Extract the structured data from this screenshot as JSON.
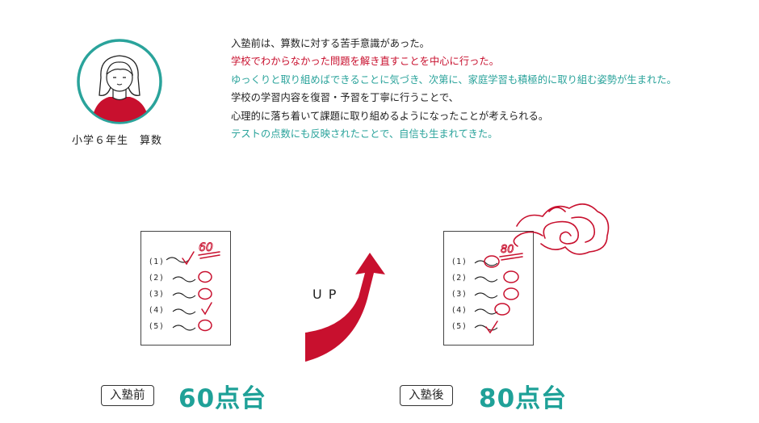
{
  "profile": {
    "grade_subject": "小学６年生　算数"
  },
  "description": {
    "lines": [
      {
        "text": "入塾前は、算数に対する苦手意識があった。",
        "color": "#222222"
      },
      {
        "text": "学校でわからなかった問題を解き直すことを中心に行った。",
        "color": "#c8102e"
      },
      {
        "text": "ゆっくりと取り組めばできることに気づき、次第に、家庭学習も積極的に取り組む姿勢が生まれた。",
        "color": "#2aa39b"
      },
      {
        "text": "学校の学習内容を復習・予習を丁寧に行うことで、",
        "color": "#222222"
      },
      {
        "text": "心理的に落ち着いて課題に取り組めるようになったことが考えられる。",
        "color": "#222222"
      },
      {
        "text": "テストの点数にも反映されたことで、自信も生まれてきた。",
        "color": "#2aa39b"
      }
    ]
  },
  "before": {
    "label": "入塾前",
    "score": "60点台",
    "paper_score": "60",
    "questions": [
      "(1)",
      "(2)",
      "(3)",
      "(4)",
      "(5)"
    ]
  },
  "after": {
    "label": "入塾後",
    "score": "80点台",
    "paper_score": "80",
    "questions": [
      "(1)",
      "(2)",
      "(3)",
      "(4)",
      "(5)"
    ]
  },
  "arrow": {
    "label": "UP"
  },
  "colors": {
    "accent_red": "#c8102e",
    "accent_teal": "#2aa39b",
    "score_green": "#1fa198"
  }
}
